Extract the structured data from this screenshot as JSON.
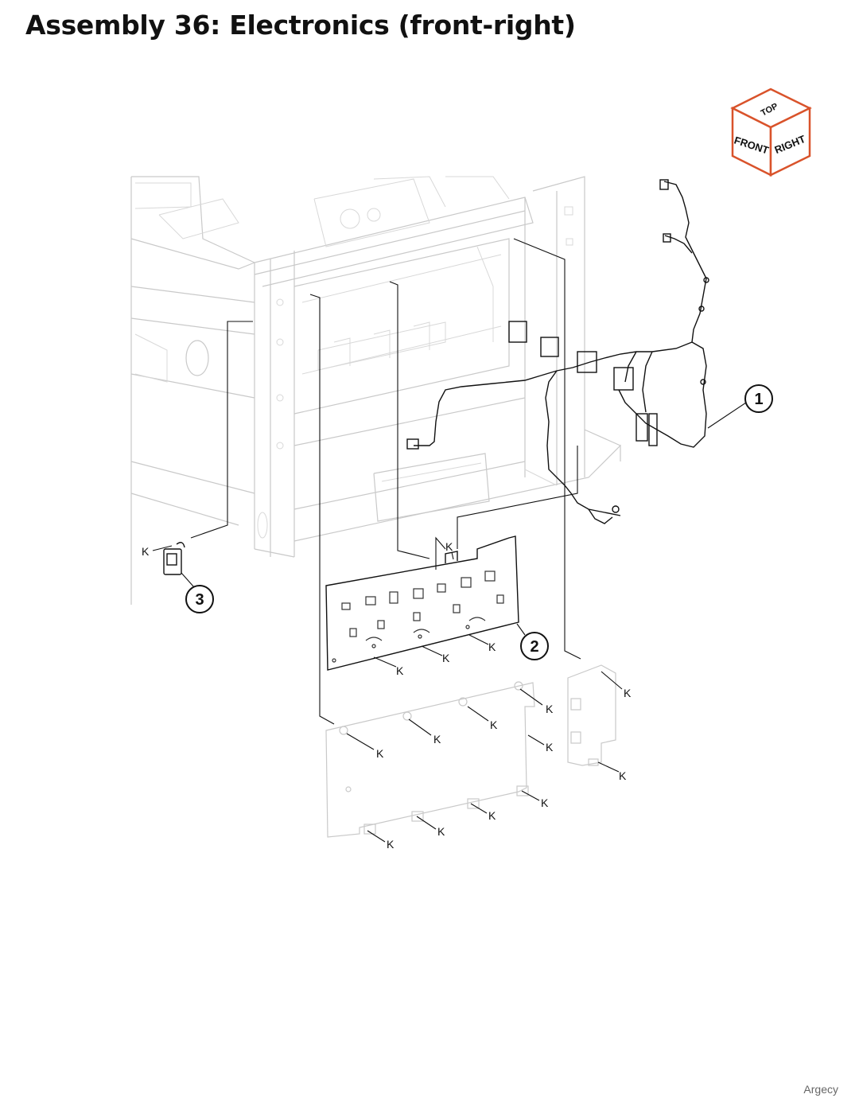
{
  "header": {
    "title": "Assembly 36: Electronics (front-right)"
  },
  "orientation_cube": {
    "top": "TOP",
    "front": "FRONT",
    "right": "RIGHT",
    "edge_color": "#d9532b"
  },
  "callouts": [
    {
      "num": "1"
    },
    {
      "num": "2"
    },
    {
      "num": "3"
    }
  ],
  "fastener_label": "K",
  "footer": {
    "brand": "Argecy"
  }
}
